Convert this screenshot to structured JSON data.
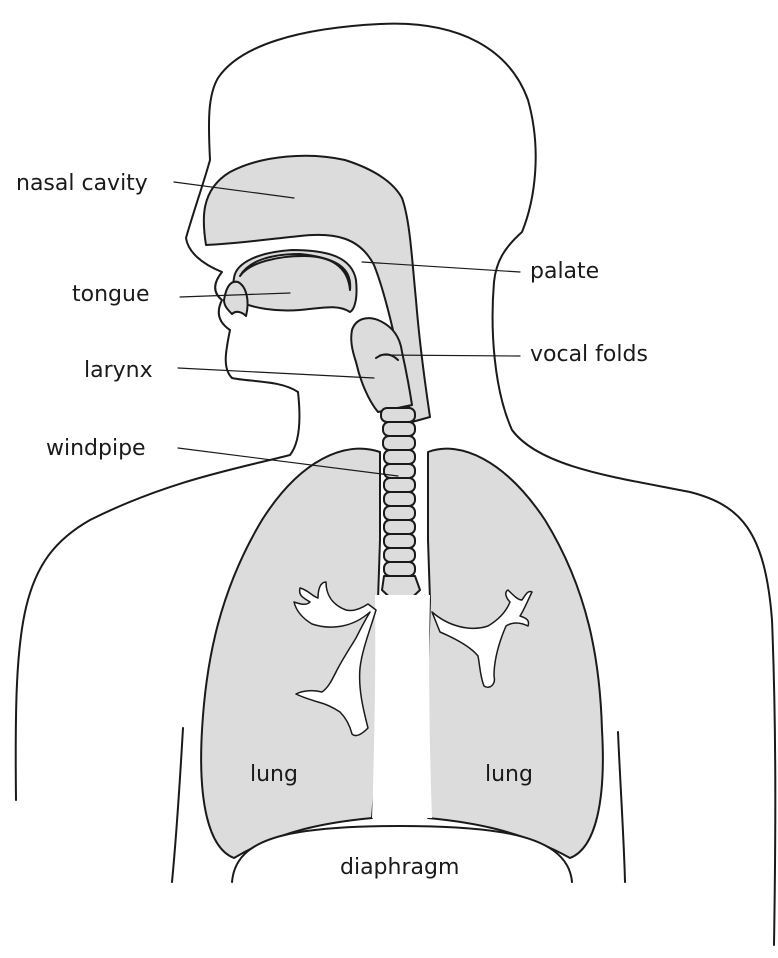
{
  "labels": {
    "nasal_cavity": "nasal cavity",
    "tongue": "tongue",
    "larynx": "larynx",
    "windpipe": "windpipe",
    "palate": "palate",
    "vocal_folds": "vocal folds",
    "lung_left": "lung",
    "lung_right": "lung",
    "diaphragm": "diaphragm"
  },
  "colors": {
    "outline": "#1a1a1a",
    "organ_fill": "#dcdcdc",
    "background": "#ffffff"
  }
}
